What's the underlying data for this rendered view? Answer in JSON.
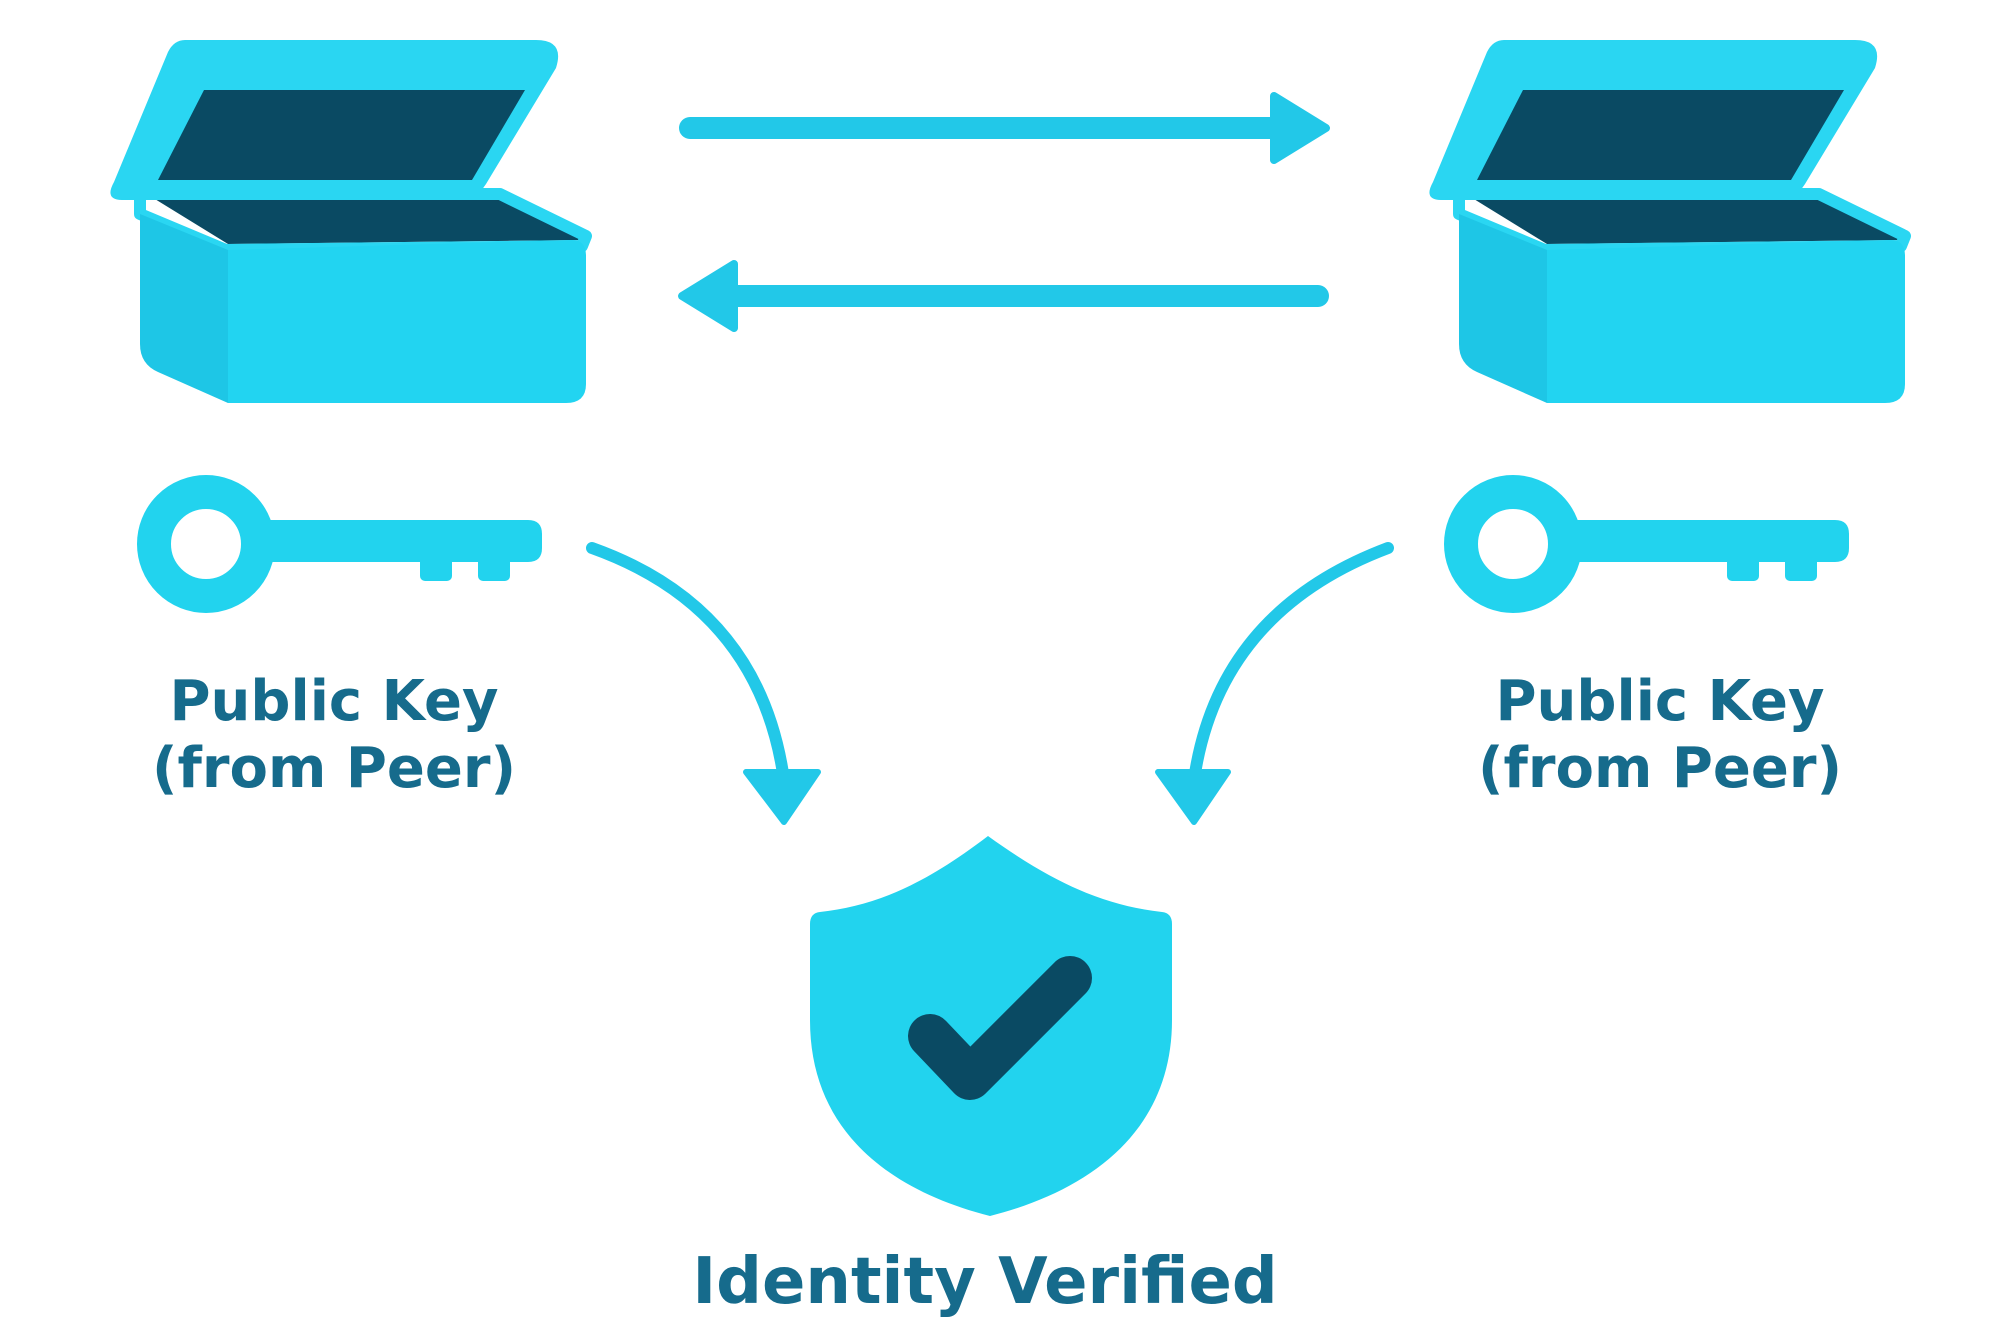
{
  "colors": {
    "accent": "#22d3ee",
    "accent_light": "#3ddcf3",
    "dark": "#0a4a63",
    "text": "#166b8c",
    "background": "#ffffff"
  },
  "peers": [
    {
      "box_icon": "open-box-icon",
      "key_icon": "key-icon",
      "label_line1": "Public Key",
      "label_line2": "(from Peer)"
    },
    {
      "box_icon": "open-box-icon",
      "key_icon": "key-icon",
      "label_line1": "Public Key",
      "label_line2": "(from Peer)"
    }
  ],
  "exchange_arrows": [
    "arrow-right-icon",
    "arrow-left-icon"
  ],
  "verify_arrows": [
    "curved-arrow-down-icon",
    "curved-arrow-down-icon"
  ],
  "result": {
    "icon": "shield-check-icon",
    "label": "Identity Verified"
  }
}
